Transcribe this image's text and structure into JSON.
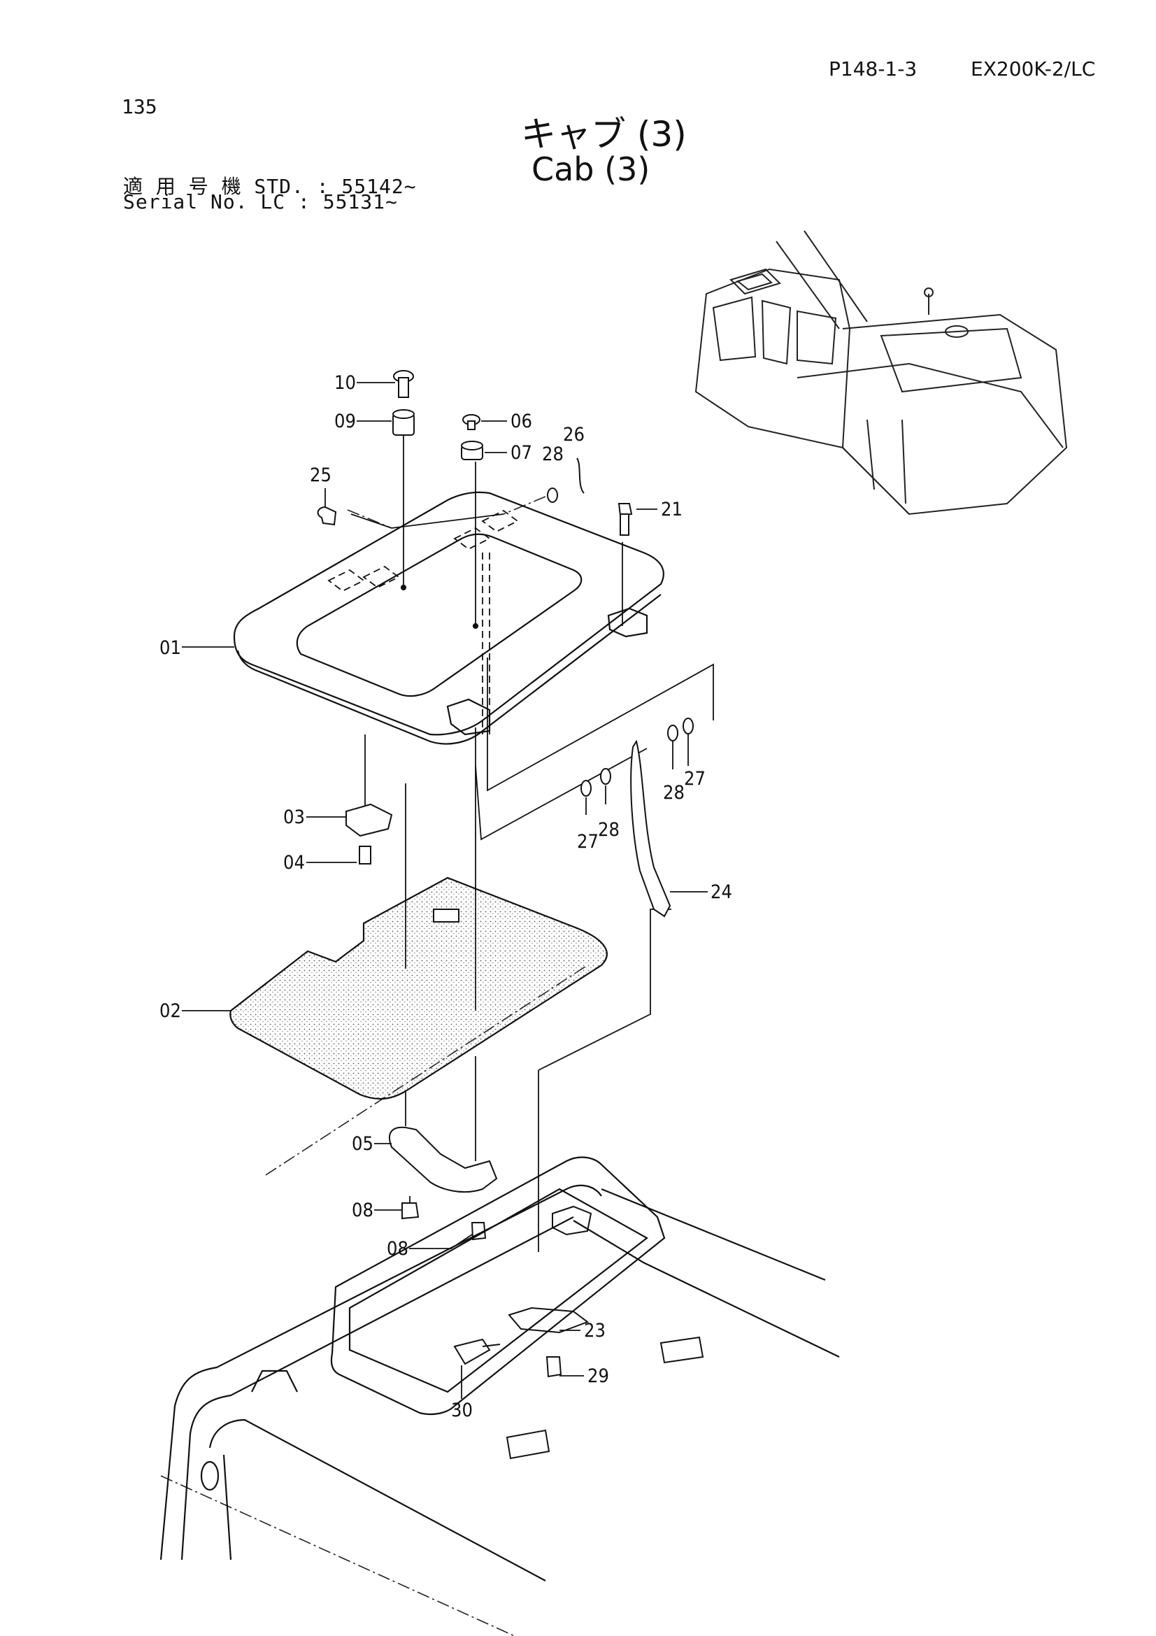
{
  "header": {
    "page_number": "135",
    "catalog_code": "P148-1-3",
    "model": "EX200K-2/LC",
    "title_jp": "キャブ (3)",
    "title_en": "Cab (3)",
    "serial_line_1": "適 用 号 機   STD. : 55142~",
    "serial_line_2": "Serial No.  LC   : 55131~"
  },
  "callouts": [
    {
      "id": "10",
      "label": "10"
    },
    {
      "id": "09",
      "label": "09"
    },
    {
      "id": "06",
      "label": "06"
    },
    {
      "id": "07",
      "label": "07"
    },
    {
      "id": "26",
      "label": "26"
    },
    {
      "id": "28a",
      "label": "28"
    },
    {
      "id": "25",
      "label": "25"
    },
    {
      "id": "21",
      "label": "21"
    },
    {
      "id": "01",
      "label": "01"
    },
    {
      "id": "28b",
      "label": "28"
    },
    {
      "id": "27a",
      "label": "27"
    },
    {
      "id": "03",
      "label": "03"
    },
    {
      "id": "27b",
      "label": "27"
    },
    {
      "id": "28c",
      "label": "28"
    },
    {
      "id": "04",
      "label": "04"
    },
    {
      "id": "24",
      "label": "24"
    },
    {
      "id": "02",
      "label": "02"
    },
    {
      "id": "05",
      "label": "05"
    },
    {
      "id": "08a",
      "label": "08"
    },
    {
      "id": "08b",
      "label": "08"
    },
    {
      "id": "23",
      "label": "23"
    },
    {
      "id": "29",
      "label": "29"
    },
    {
      "id": "30",
      "label": "30"
    }
  ]
}
